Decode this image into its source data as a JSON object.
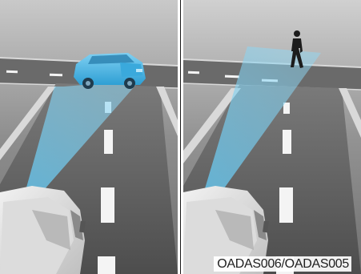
{
  "figure": {
    "image_code": "OADAS006/OADAS005",
    "panels": [
      {
        "subject": "vehicle-ahead"
      },
      {
        "subject": "pedestrian-ahead"
      }
    ]
  },
  "colors": {
    "road": "#5a5a5a",
    "lane_marking": "#f4f4f4",
    "sensor_beam": "#62c3ec",
    "vehicle_ahead": "#4eb9e6",
    "pedestrian": "#1c1c1c",
    "background": "#9a9a9a"
  }
}
